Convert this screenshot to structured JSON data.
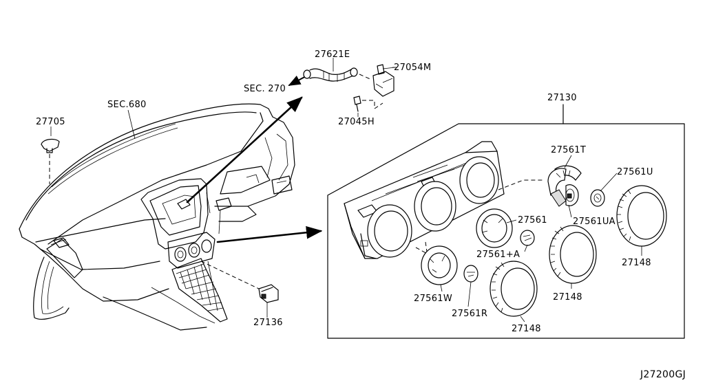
{
  "diagram": {
    "code": "J27200GJ",
    "callouts": {
      "sec680": "SEC.680",
      "p27705": "27705",
      "p27621e": "27621E",
      "sec270": "SEC. 270",
      "p27054m": "27054M",
      "p27045h": "27045H",
      "p27136": "27136",
      "p27130": "27130",
      "p27561t": "27561T",
      "p27561u": "27561U",
      "p27561": "27561",
      "p27561ua": "27561UA",
      "p27561a": "27561+A",
      "p27561w": "27561W",
      "p27561r": "27561R",
      "p27148_a": "27148",
      "p27148_b": "27148",
      "p27148_c": "27148"
    }
  }
}
